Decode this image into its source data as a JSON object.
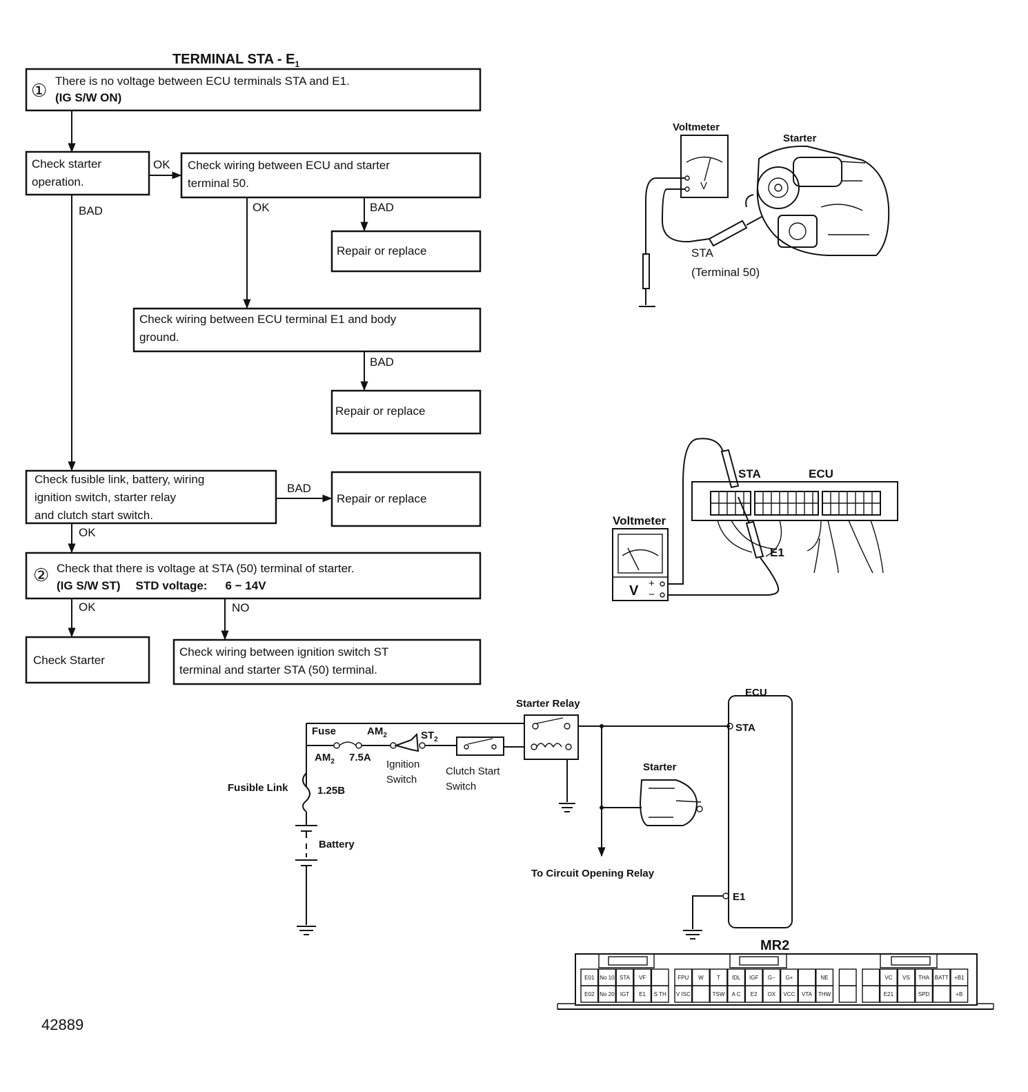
{
  "title": "TERMINAL STA - E",
  "title_sub": "1",
  "flow": {
    "step1": {
      "num": "①",
      "line1": "There is no voltage between ECU terminals STA and E1.",
      "line2": "(IG S/W ON)"
    },
    "check_starter_operation": [
      "Check starter",
      "operation."
    ],
    "check_wiring_ecu_starter": [
      "Check wiring between ECU and starter",
      "terminal 50."
    ],
    "repair1": "Repair or replace",
    "check_wiring_e1": [
      "Check wiring between ECU terminal E1 and body",
      "ground."
    ],
    "repair2": "Repair or replace",
    "check_fusible": [
      "Check fusible link, battery, wiring",
      "ignition switch, starter relay",
      "and clutch start switch."
    ],
    "repair3": "Repair or replace",
    "step2": {
      "num": "②",
      "line1": "Check that there is voltage at STA (50) terminal of starter.",
      "line2a": "(IG S/W ST)",
      "line2b": "STD voltage:",
      "line2c": "6 − 14V"
    },
    "check_starter": "Check Starter",
    "check_wiring_ign": [
      "Check wiring between ignition switch ST",
      "terminal and starter STA (50) terminal."
    ],
    "labels": {
      "ok": "OK",
      "bad": "BAD",
      "no": "NO"
    }
  },
  "illus1": {
    "voltmeter": "Voltmeter",
    "starter": "Starter",
    "v": "V",
    "sta": "STA",
    "terminal": "(Terminal 50)"
  },
  "illus2": {
    "sta": "STA",
    "ecu": "ECU",
    "voltmeter": "Voltmeter",
    "e1": "E1",
    "v": "V",
    "plus": "+",
    "minus": "−"
  },
  "circuit": {
    "starter_relay": "Starter Relay",
    "ecu": "ECU",
    "sta": "STA",
    "e1": "E1",
    "fuse": "Fuse",
    "am2_top": "AM",
    "am2_top_sub": "2",
    "st2": "ST",
    "st2_sub": "2",
    "am2_bottom": "AM",
    "am2_bottom_sub": "2",
    "fuse_rating": "7.5A",
    "ignition_switch": [
      "Ignition",
      "Switch"
    ],
    "clutch_start_switch": [
      "Clutch Start",
      "Switch"
    ],
    "starter": "Starter",
    "fusible_link": "Fusible Link",
    "fusible_rating": "1.25B",
    "battery": "Battery",
    "to_circuit_opening_relay": "To Circuit Opening Relay"
  },
  "connector": {
    "title": "MR2",
    "row1": [
      "E01",
      "No 10",
      "STA",
      "VF",
      "",
      "FPU",
      "W",
      "T",
      "IDL",
      "IGF",
      "G−",
      "G+",
      "",
      "NE",
      "",
      "",
      "VC",
      "VS",
      "THA",
      "BATT",
      "+B1"
    ],
    "row2": [
      "E02",
      "No 20",
      "IGT",
      "E1",
      "S TH",
      "V ISC",
      "",
      "TSW",
      "A C",
      "E2",
      "OX",
      "VCC",
      "VTA",
      "THW",
      "",
      "",
      "E21",
      "",
      "SPD",
      "",
      "+B"
    ]
  },
  "figure_id": "42889"
}
